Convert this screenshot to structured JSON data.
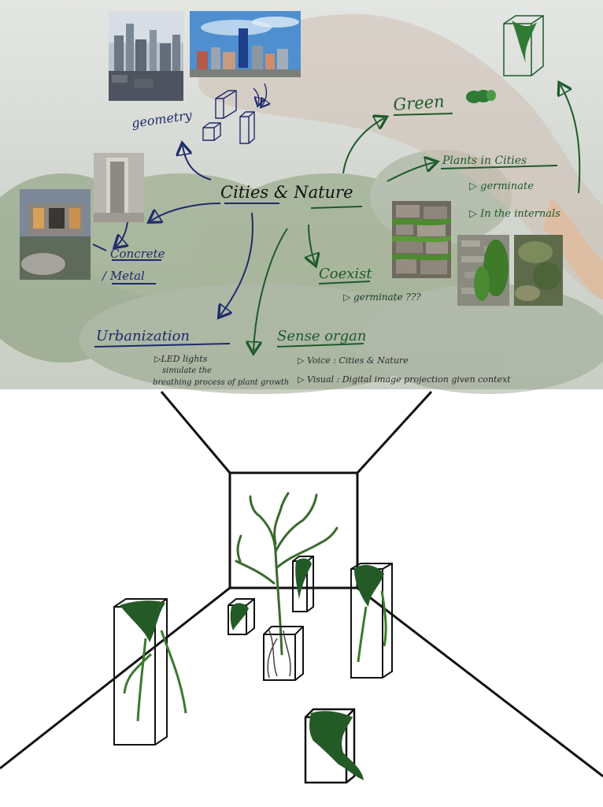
{
  "mindmap": {
    "center": "Cities & Nature",
    "geometry": "geometry",
    "concrete": "Concrete",
    "metal": "/ Metal",
    "urbanization": "Urbanization",
    "led_line1": "▷LED lights",
    "led_line2": "simulate the",
    "led_line3": "breathing process of plant growth",
    "sense_organ": "Sense organ",
    "voice": "▷ Voice : Cities & Nature",
    "visual": "▷ Visual : Digital image projection given context",
    "coexist": "Coexist",
    "coexist_note": "▷ germinate ???",
    "green": "Green",
    "plants_in_cities": "Plants in Cities",
    "plants_note1": "▷ germinate",
    "plants_note2": "▷ In the internals"
  },
  "colors": {
    "ink_blue": "#1f2a6b",
    "ink_green": "#1d5a2a",
    "moss": "#2f6b2a",
    "overlay": "#d9dbd7"
  }
}
